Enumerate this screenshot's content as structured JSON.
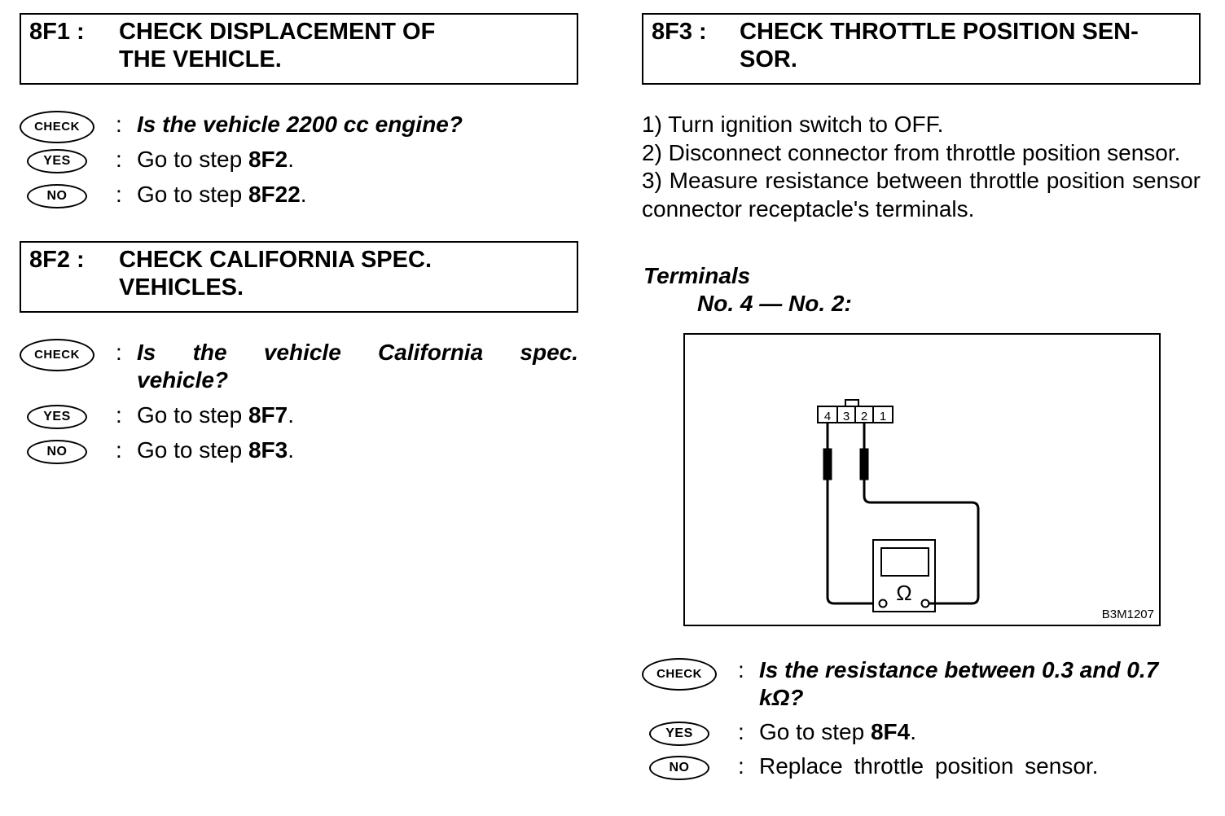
{
  "left": {
    "step1": {
      "code": "8F1 :",
      "title": "CHECK DISPLACEMENT OF THE VEHICLE.",
      "question": "Is the vehicle 2200 cc engine?",
      "yes": "8F2",
      "no": "8F22"
    },
    "step2": {
      "code": "8F2 :",
      "title": "CHECK CALIFORNIA SPEC. VEHICLES.",
      "question": "Is the vehicle California spec. vehicle?",
      "yes": "8F7",
      "no": "8F3"
    }
  },
  "right": {
    "step3": {
      "code": "8F3 :",
      "title": "CHECK THROTTLE POSITION SEN- SOR.",
      "procedure": [
        "1)  Turn ignition switch to OFF.",
        "2) Disconnect connector from throttle position sensor.",
        "3) Measure resistance between throttle position sensor connector receptacle's terminals."
      ],
      "terminals_label": "Terminals",
      "terminals_value": "No. 4 — No. 2:",
      "figure_code": "B3M1207",
      "connector_pins": [
        "4",
        "3",
        "2",
        "1"
      ],
      "meter_symbol": "Ω",
      "question": "Is the resistance between 0.3 and 0.7 kΩ?",
      "yes": "8F4",
      "no": "Replace throttle position sensor."
    }
  },
  "labels": {
    "check": "CHECK",
    "yes": "YES",
    "no": "NO",
    "colon": ":",
    "goto": "Go to step ",
    "period": "."
  }
}
